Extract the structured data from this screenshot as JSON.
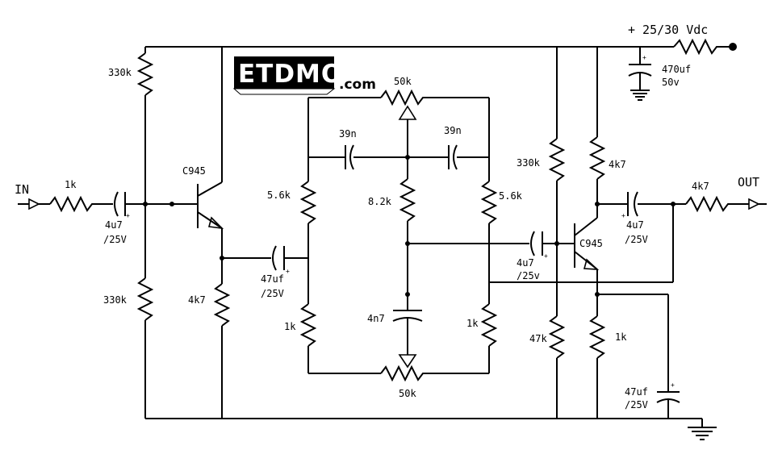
{
  "logo": {
    "text": "ETDMO",
    "suffix": ".com"
  },
  "supply": {
    "label": "+ 25/30 Vdc"
  },
  "io": {
    "input": "IN",
    "output": "OUT"
  },
  "components": {
    "r_in": "1k",
    "c_in": "4u7",
    "c_in_v": "/25V",
    "r_bias_top": "330k",
    "r_bias_bot": "330k",
    "q1": "C945",
    "r_emitter1": "4k7",
    "c_couple": "47uf",
    "c_couple_v": "/25V",
    "r_56_left": "5.6k",
    "r_56_right": "5.6k",
    "r_1k_left": "1k",
    "r_1k_right": "1k",
    "r_82": "8.2k",
    "c_39_left": "39n",
    "c_39_right": "39n",
    "c_4n7": "4n7",
    "pot_top": "50k",
    "pot_bot": "50k",
    "c_q2_in": "4u7",
    "c_q2_in_v": "/25v",
    "q2": "C945",
    "r_330k_right": "330k",
    "r_47k": "47k",
    "r_4k7_collector": "4k7",
    "r_1k_emitter2": "1k",
    "c_out": "4u7",
    "c_out_v": "/25V",
    "r_out": "4k7",
    "c_supply": "470uf",
    "c_supply_v": "50v",
    "c_emitter2": "47uf",
    "c_emitter2_v": "/25V"
  },
  "polarity": "+"
}
